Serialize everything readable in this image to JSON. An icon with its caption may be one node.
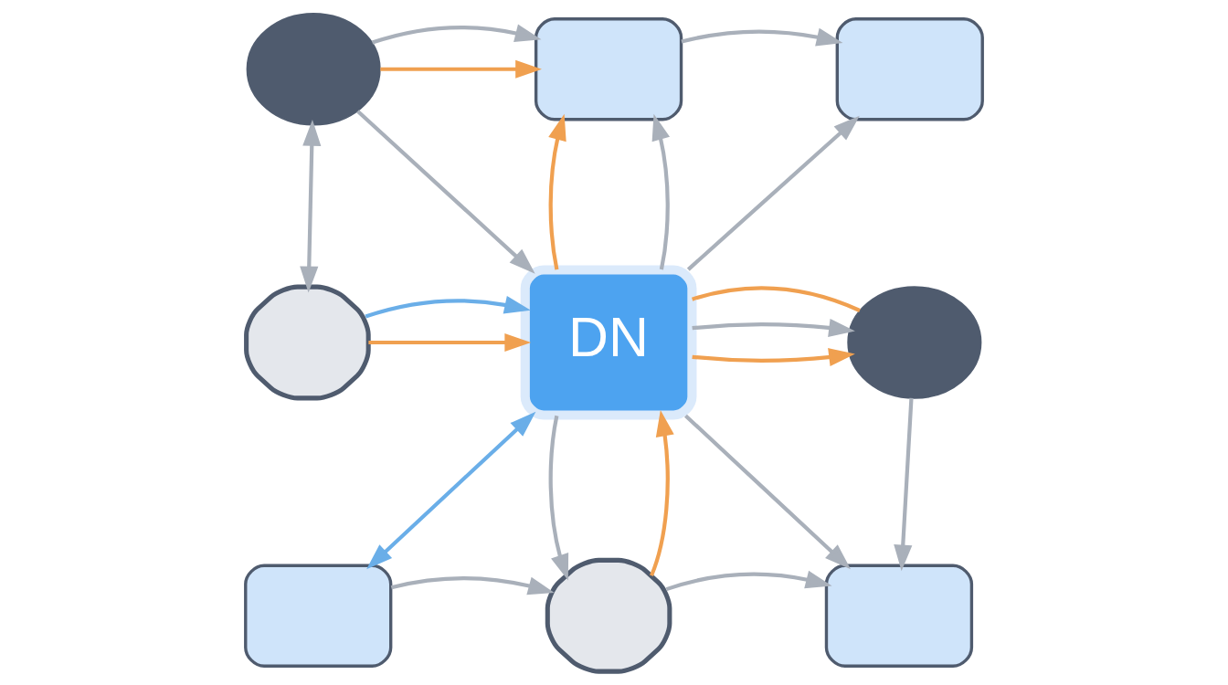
{
  "diagram": {
    "nodes": [
      {
        "text": [],
        "shape": "person"
      },
      {
        "text": [],
        "shape": "box"
      },
      {
        "text": [],
        "shape": "box"
      },
      {
        "text": [],
        "shape": "cloud"
      },
      {
        "text": [
          "DN"
        ]
      },
      {
        "text": [],
        "shape": "person"
      },
      {
        "text": [],
        "shape": "box"
      },
      {
        "text": [],
        "shape": "cloud"
      },
      {
        "text": [],
        "shape": "box"
      }
    ],
    "edges": [
      {
        "from": 0,
        "to": 1,
        "arrow": "to",
        "color": "#f0a050"
      },
      {
        "from": 0,
        "to": 1,
        "arrow": "to"
      },
      {
        "from": 1,
        "to": 2,
        "arrow": "to"
      },
      {
        "from": 0,
        "to": 4,
        "arrow": "to"
      },
      {
        "from": 0,
        "to": 3,
        "arrow": "both"
      },
      {
        "from": 3,
        "to": 4,
        "arrow": "to",
        "color": "#f0a050"
      },
      {
        "from": 3,
        "to": 4,
        "arrow": "to",
        "color": "#6aaee8"
      },
      {
        "from": 4,
        "to": 1,
        "arrow": "to",
        "color": "#f0a050"
      },
      {
        "from": 4,
        "to": 1,
        "arrow": "to"
      },
      {
        "from": 4,
        "to": 2,
        "arrow": "to"
      },
      {
        "from": 4,
        "to": 5,
        "arrow": "to",
        "color": "#f0a050"
      },
      {
        "from": 4,
        "to": 5,
        "arrow": "to"
      },
      {
        "from": 4,
        "to": 5,
        "arrow": "none",
        "color": "#f0a050"
      },
      {
        "from": 6,
        "to": 4,
        "arrow": "both",
        "color": "#6aaee8"
      },
      {
        "from": 4,
        "to": 7,
        "arrow": "to"
      },
      {
        "from": 7,
        "to": 4,
        "arrow": "to",
        "color": "#f0a050"
      },
      {
        "from": 4,
        "to": 8,
        "arrow": "to"
      },
      {
        "from": 5,
        "to": 8,
        "arrow": "to"
      },
      {
        "from": 6,
        "to": 7,
        "arrow": "to"
      },
      {
        "from": 7,
        "to": 8,
        "arrow": "to"
      }
    ]
  }
}
